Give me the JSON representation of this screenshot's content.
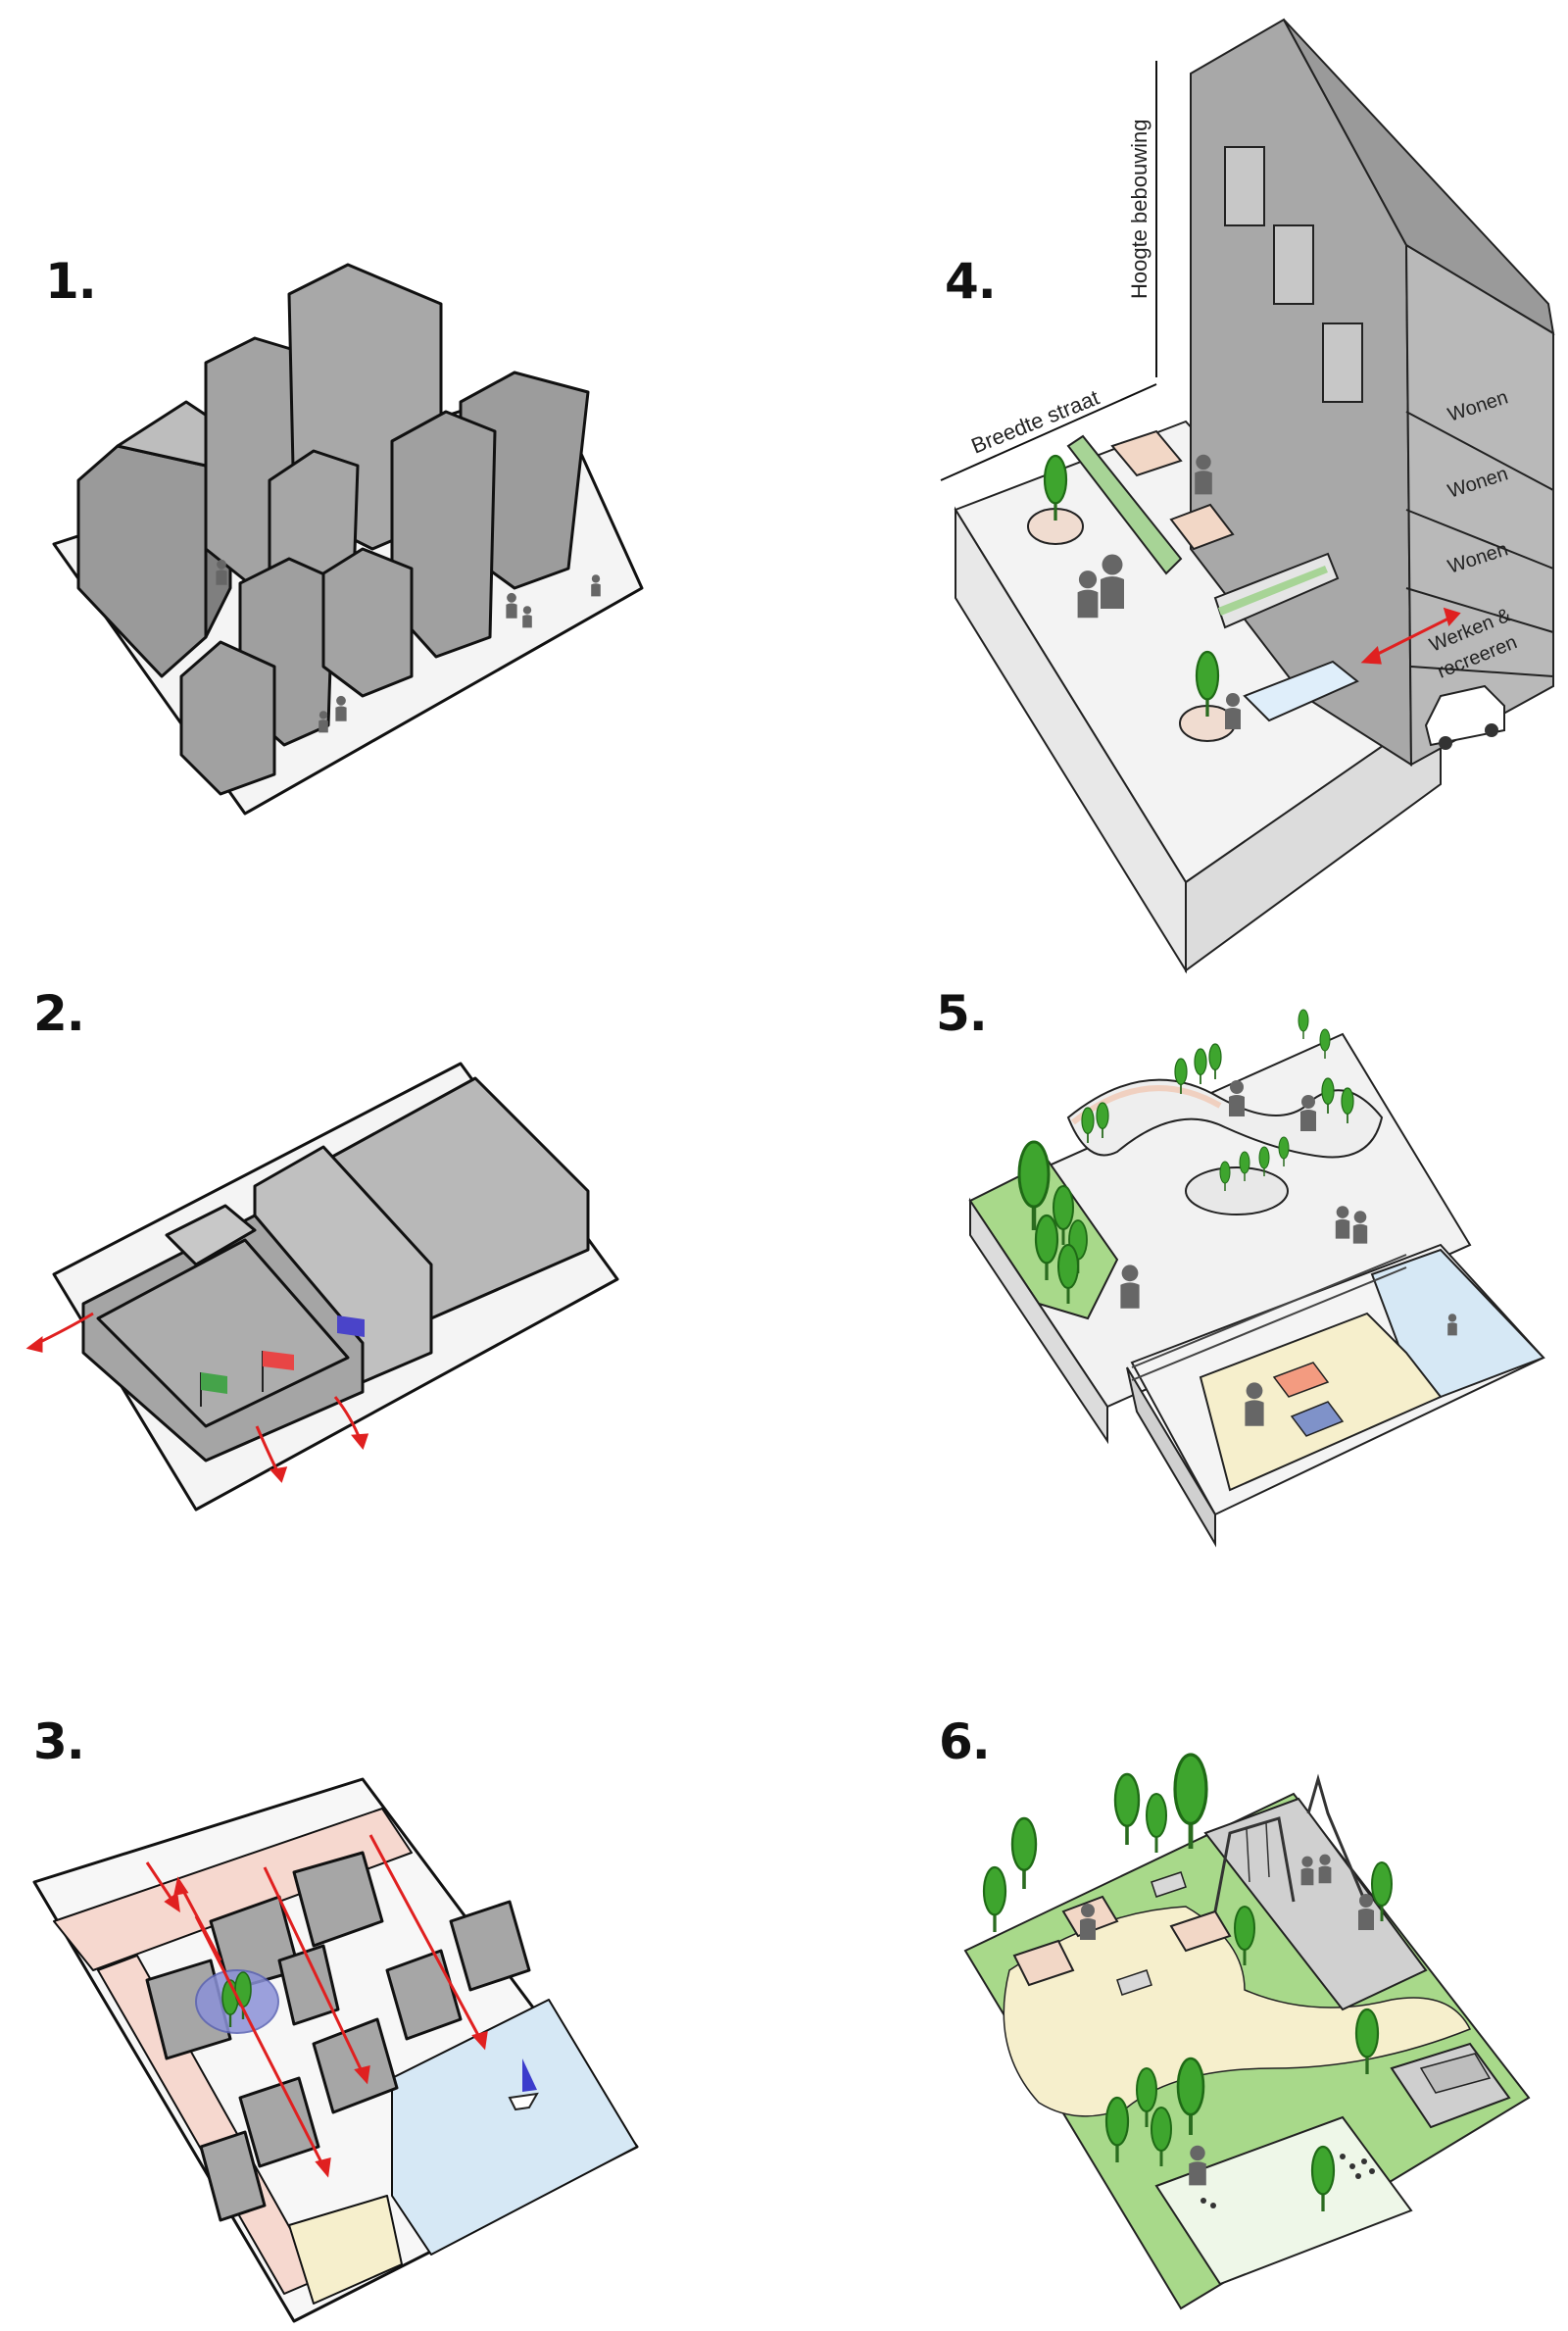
{
  "panels": [
    {
      "number": "1."
    },
    {
      "number": "2."
    },
    {
      "number": "3."
    },
    {
      "number": "4."
    },
    {
      "number": "5."
    },
    {
      "number": "6."
    }
  ],
  "panel4": {
    "height_label": "Hoogte bebouwing",
    "width_label": "Breedte straat",
    "floors": [
      "Wonen",
      "Wonen",
      "Wonen"
    ],
    "ground_floor_line1": "Werken &",
    "ground_floor_line2": "recreeren"
  },
  "colors": {
    "building_gray": "#a9a9a9",
    "ground": "#f2f2f2",
    "tree_green": "#3c9a2e",
    "arrow_red": "#e02020",
    "water_blue": "#d6e8f5",
    "sand": "#f6efcc",
    "grass": "#a8d98a",
    "street_pink": "#f6d8cf"
  }
}
